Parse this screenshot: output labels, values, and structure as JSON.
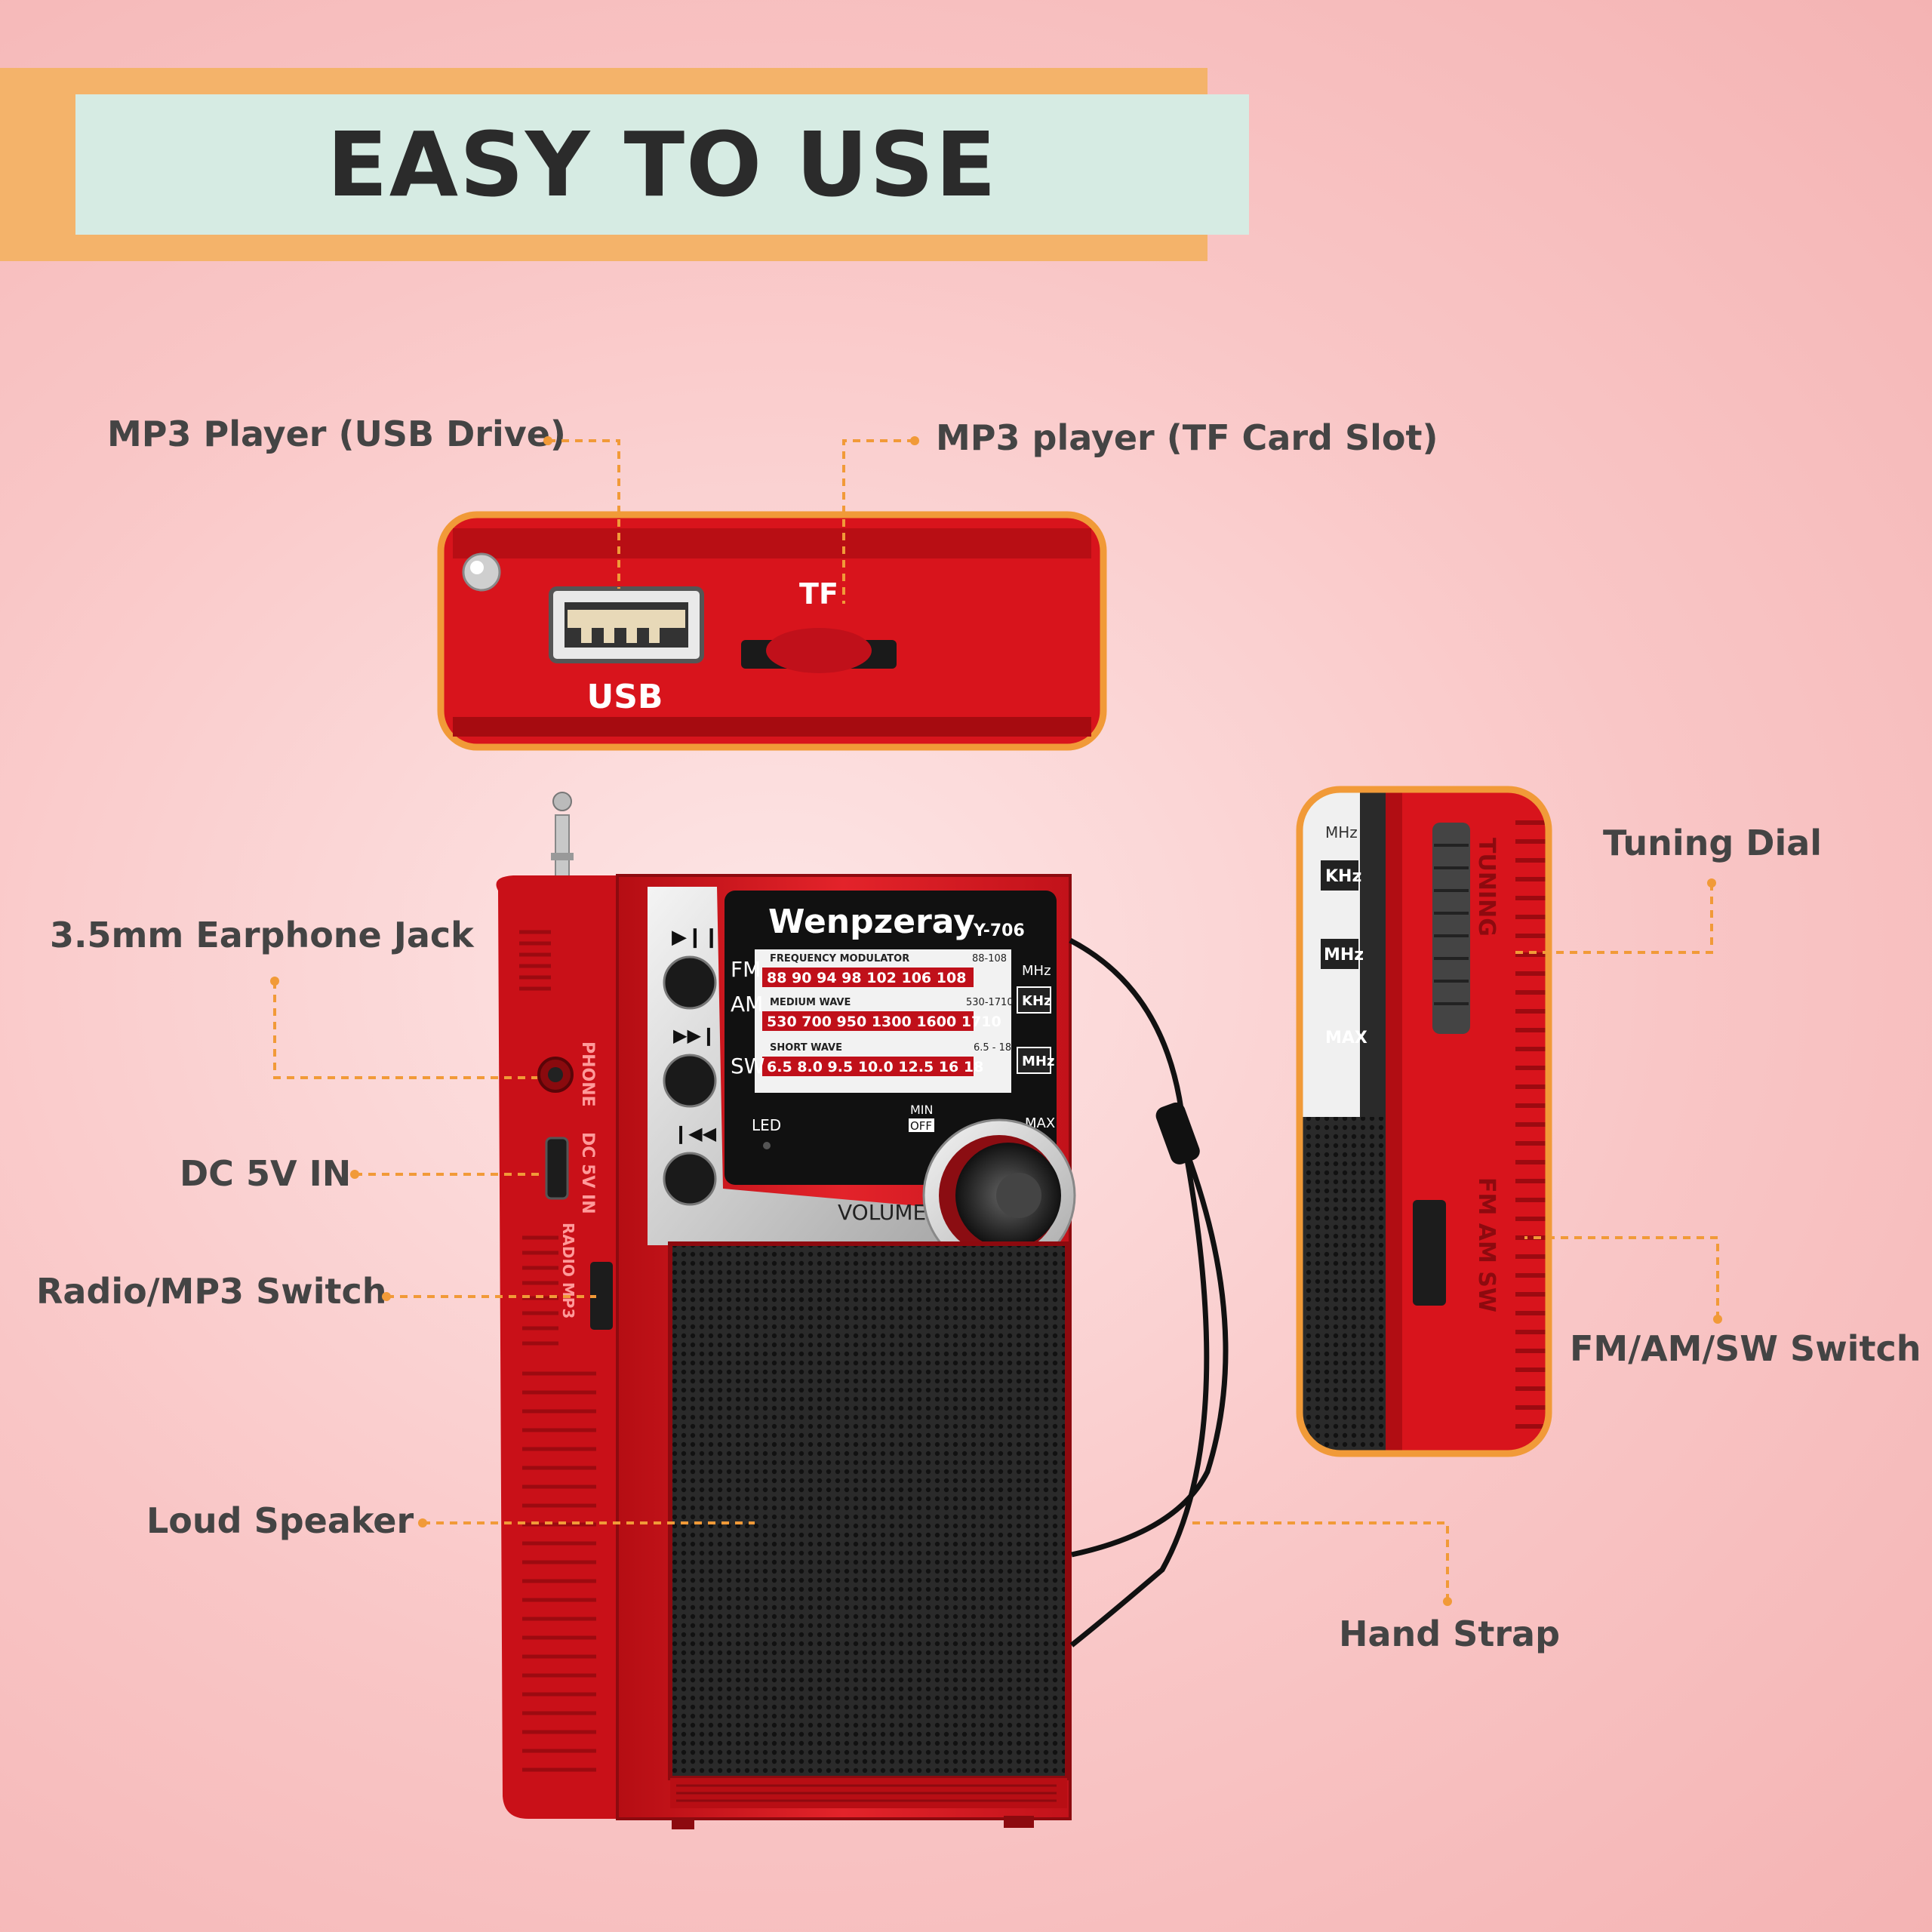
{
  "banner": {
    "title": "EASY TO USE"
  },
  "labels": {
    "usb_drive": "MP3 Player (USB Drive)",
    "tf_card": "MP3 player (TF Card Slot)",
    "earphone": "3.5mm Earphone Jack",
    "dc_in": "DC 5V IN",
    "radio_mp3": "Radio/MP3 Switch",
    "speaker": "Loud Speaker",
    "tuning": "Tuning Dial",
    "band_switch": "FM/AM/SW Switch",
    "strap": "Hand Strap"
  },
  "top_panel": {
    "usb": "USB",
    "tf": "TF"
  },
  "radio": {
    "brand": "Wenpzeray",
    "model": "Y-706",
    "bands": [
      "FM",
      "AM",
      "SW"
    ],
    "fm_title": "FREQUENCY MODULATOR",
    "fm_range": "88-108",
    "fm_scale": "88  90  94  98  102  106  108",
    "am_title": "MEDIUM WAVE",
    "am_range": "530-1710",
    "am_scale": "530  700  950  1300  1600  1710",
    "sw_title": "SHORT WAVE",
    "sw_range": "6.5 - 18",
    "sw_scale": "6.5  8.0  9.5  10.0  12.5  16  18",
    "units": [
      "MHz",
      "KHz",
      "MHz"
    ],
    "led": "LED",
    "min": "MIN",
    "off": "OFF",
    "max": "MAX",
    "volume": "VOLUME",
    "side_jack": "PHONE",
    "side_dc": "DC 5V IN",
    "side_switch": "RADIO MP3"
  },
  "side_panel": {
    "mhz": "MHz",
    "khz": "KHz",
    "mhz2": "MHz",
    "max": "MAX",
    "tuning": "TUNING",
    "bands": "FM AM SW"
  },
  "colors": {
    "accent": "#f19a38",
    "radio_red": "#d8141c",
    "banner_back": "#f4b36a",
    "banner_front": "#d6ebe3"
  }
}
